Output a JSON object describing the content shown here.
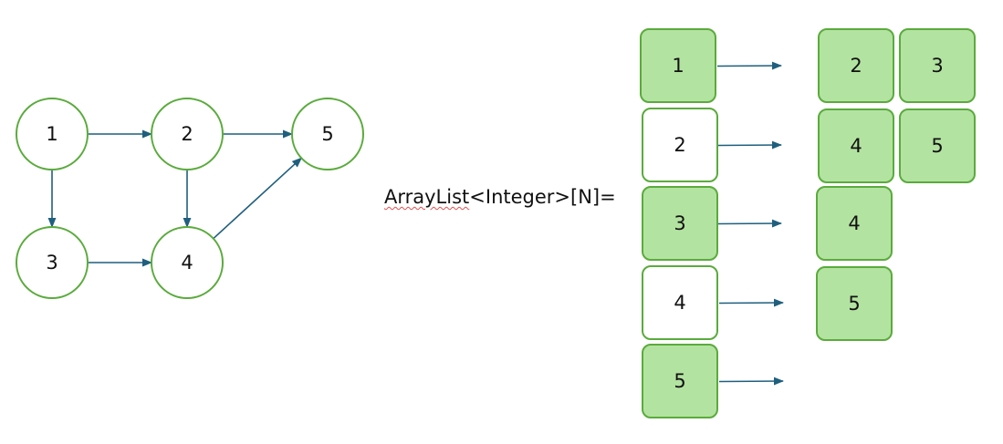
{
  "graph": {
    "nodes": [
      {
        "id": "1",
        "label": "1"
      },
      {
        "id": "2",
        "label": "2"
      },
      {
        "id": "3",
        "label": "3"
      },
      {
        "id": "4",
        "label": "4"
      },
      {
        "id": "5",
        "label": "5"
      }
    ],
    "edges": [
      {
        "from": "1",
        "to": "2"
      },
      {
        "from": "1",
        "to": "3"
      },
      {
        "from": "2",
        "to": "5"
      },
      {
        "from": "2",
        "to": "4"
      },
      {
        "from": "3",
        "to": "4"
      },
      {
        "from": "4",
        "to": "5"
      }
    ]
  },
  "caption": {
    "name": "ArrayList",
    "rest": "<Integer>[N]="
  },
  "adjacency": [
    {
      "index": "1",
      "highlighted": true,
      "neighbors": [
        "2",
        "3"
      ]
    },
    {
      "index": "2",
      "highlighted": false,
      "neighbors": [
        "4",
        "5"
      ]
    },
    {
      "index": "3",
      "highlighted": true,
      "neighbors": [
        "4"
      ]
    },
    {
      "index": "4",
      "highlighted": false,
      "neighbors": [
        "5"
      ]
    },
    {
      "index": "5",
      "highlighted": true,
      "neighbors": []
    }
  ],
  "colors": {
    "stroke": "#5aab3c",
    "fill_green": "#b3e3a1",
    "fill_white": "#ffffff",
    "edge": "#1f5f7e",
    "squiggle": "#e05050"
  }
}
